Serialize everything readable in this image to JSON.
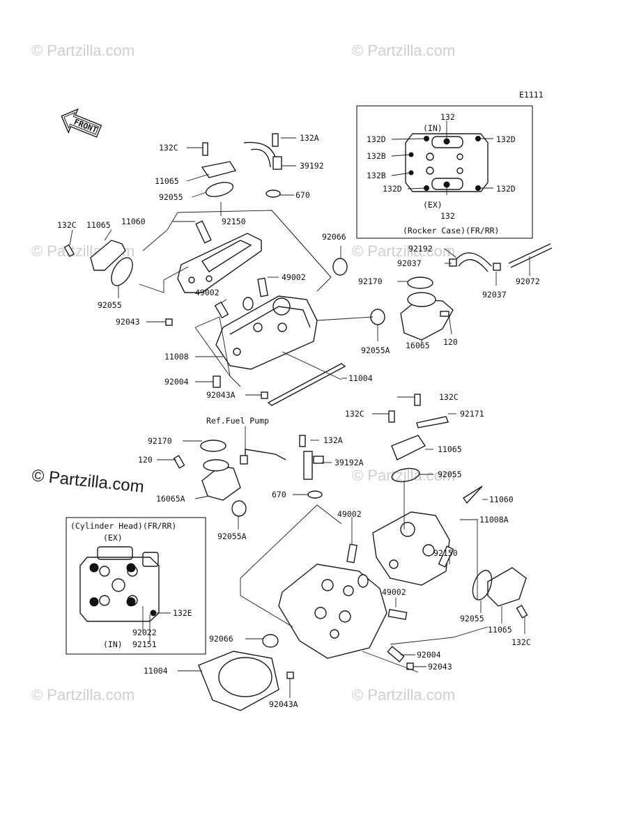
{
  "diagram_code": "E1111",
  "front_label": "FRONT",
  "watermarks": [
    "© Partzilla.com",
    "© Partzilla.com",
    "© Partzilla.com",
    "© Partzilla.com",
    "© Partzilla.com",
    "© Partzilla.com",
    "© Partzilla.com"
  ],
  "watermark_main": "© Partzilla.com",
  "rocker_inset": {
    "top_label": "132",
    "in_label": "(IN)",
    "l1": "132D",
    "r1": "132D",
    "l2": "132B",
    "l3": "132B",
    "l4": "132D",
    "r2": "132D",
    "ex_label": "(EX)",
    "bottom_label": "132",
    "caption": "(Rocker Case)(FR/RR)"
  },
  "cylinder_inset": {
    "caption": "(Cylinder Head)(FR/RR)",
    "ex_label": "(EX)",
    "l1": "132E",
    "l2": "92022",
    "l3": "92151",
    "in_label": "(IN)"
  },
  "labels": {
    "132C_a": "132C",
    "132A_a": "132A",
    "39192": "39192",
    "11065_a": "11065",
    "92055_a": "92055",
    "670_a": "670",
    "132C_b": "132C",
    "11065_b": "11065",
    "11060_a": "11060",
    "92150_a": "92150",
    "92066_a": "92066",
    "49002_a": "49002",
    "49002_b": "49002",
    "92055_b": "92055",
    "92043_a": "92043",
    "11008": "11008",
    "92004_a": "92004",
    "92043A_a": "92043A",
    "11004_a": "11004",
    "92192": "92192",
    "92037_a": "92037",
    "92170_a": "92170",
    "92072": "92072",
    "92037_b": "92037",
    "92055A_a": "92055A",
    "16065": "16065",
    "120_a": "120",
    "132C_c": "132C",
    "132C_d": "132C",
    "92171": "92171",
    "ref_fuel_pump": "Ref.Fuel Pump",
    "132A_b": "132A",
    "92170_b": "92170",
    "11065_c": "11065",
    "120_b": "120",
    "39192A": "39192A",
    "92055_c": "92055",
    "16065A": "16065A",
    "670_b": "670",
    "11060_b": "11060",
    "49002_c": "49002",
    "11008A": "11008A",
    "92055A_b": "92055A",
    "92150_b": "92150",
    "49002_d": "49002",
    "92055_d": "92055",
    "11065_d": "11065",
    "132C_e": "132C",
    "92066_b": "92066",
    "92004_b": "92004",
    "92043_b": "92043",
    "11004_b": "11004",
    "92043A_b": "92043A"
  }
}
